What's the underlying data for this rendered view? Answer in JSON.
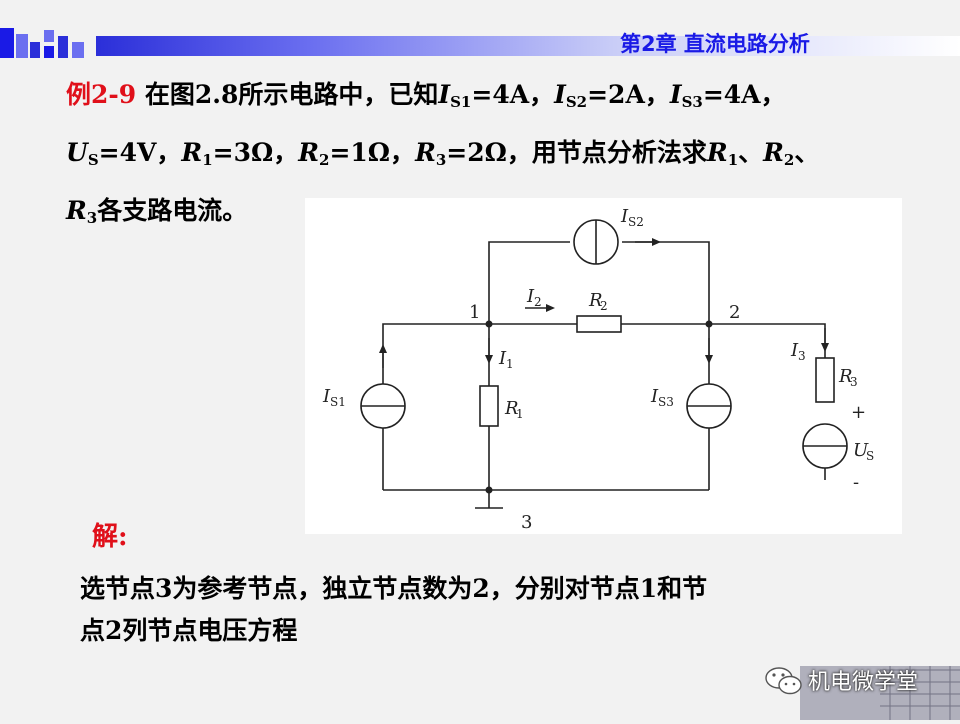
{
  "header": {
    "chapter_title": "第2章 直流电路分析"
  },
  "problem": {
    "label": "例2-9",
    "text_1": "在图2.8所示电路中，已知",
    "is1_sym": "I",
    "is1_sub": "S1",
    "is1_val": "=4A，",
    "is2_sym": "I",
    "is2_sub": "S2",
    "is2_val": "=2A，",
    "is3_sym": "I",
    "is3_sub": "S3",
    "is3_val": "=4A，",
    "us_sym": "U",
    "us_sub": "S",
    "us_val": "=4V，",
    "r1_sym": "R",
    "r1_sub": "1",
    "r1_val": "=3Ω，",
    "r2_sym": "R",
    "r2_sub": "2",
    "r2_val": "=1Ω，",
    "r3_sym": "R",
    "r3_sub": "3",
    "r3_val": "=2Ω，",
    "text_2": "用节点分析法求",
    "q_r1_sym": "R",
    "q_r1_sub": "1",
    "sep_1": "、",
    "q_r2_sym": "R",
    "q_r2_sub": "2",
    "sep_2": "、",
    "q_r3_sym": "R",
    "q_r3_sub": "3",
    "text_3": "各支路电流。"
  },
  "circuit": {
    "node_1": "1",
    "node_2": "2",
    "node_3": "3",
    "i2": "I",
    "i2_sub": "2",
    "i1": "I",
    "i1_sub": "1",
    "i3": "I",
    "i3_sub": "3",
    "r1": "R",
    "r1_sub": "1",
    "r2": "R",
    "r2_sub": "2",
    "r3": "R",
    "r3_sub": "3",
    "is1": "I",
    "is1_sub": "S1",
    "is2": "I",
    "is2_sub": "S2",
    "is3": "I",
    "is3_sub": "S3",
    "us": "U",
    "us_sub": "S",
    "plus": "+",
    "minus": "-"
  },
  "solution": {
    "title": "解:",
    "line_1": "选节点3为参考节点，独立节点数为2，分别对节点1和节",
    "line_2": "点2列节点电压方程"
  },
  "watermark": {
    "text": "机电微学堂"
  },
  "colors": {
    "accent_blue": "#1a1ae6",
    "accent_red": "#e0101a"
  }
}
